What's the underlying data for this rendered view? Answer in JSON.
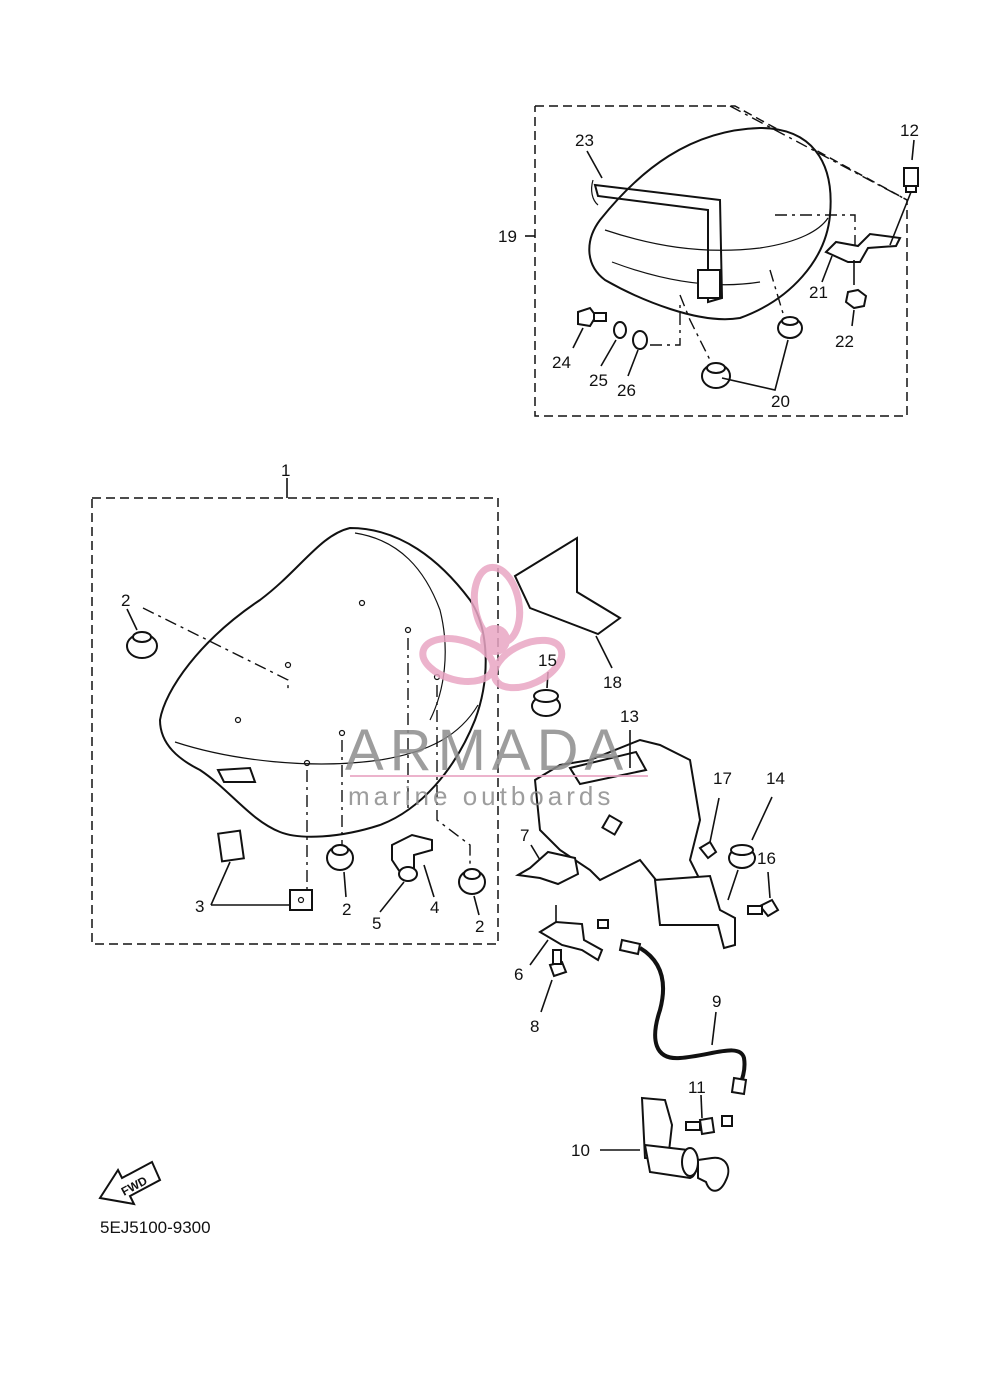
{
  "diagram": {
    "drawing_code": "5EJ5100-9300",
    "fwd_label": "FWD",
    "watermark": {
      "brand": "ARMADA",
      "tagline": "marine outboards",
      "brand_color": "#e9a6c4"
    },
    "callouts": {
      "c1": "1",
      "c2a": "2",
      "c2b": "2",
      "c2c": "2",
      "c3": "3",
      "c4": "4",
      "c5": "5",
      "c6": "6",
      "c7": "7",
      "c8": "8",
      "c9": "9",
      "c10": "10",
      "c11": "11",
      "c12": "12",
      "c13": "13",
      "c14": "14",
      "c15": "15",
      "c16": "16",
      "c17": "17",
      "c18": "18",
      "c19": "19",
      "c20": "20",
      "c21": "21",
      "c22": "22",
      "c23": "23",
      "c24": "24",
      "c25": "25",
      "c26": "26"
    }
  }
}
